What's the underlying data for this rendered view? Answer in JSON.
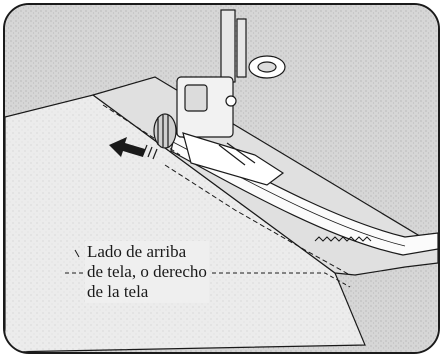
{
  "caption": {
    "lines": [
      "Lado de arriba",
      "de tela, o derecho",
      "de la tela"
    ]
  },
  "colors": {
    "ink": "#1a1a1a",
    "background": "#d8d8d8",
    "fabric": "#ececec",
    "fabric_shade": "#e0e0e0",
    "binding": "#fbfbfb"
  },
  "icons": [
    "presser-foot-icon",
    "feed-direction-arrow-icon"
  ]
}
